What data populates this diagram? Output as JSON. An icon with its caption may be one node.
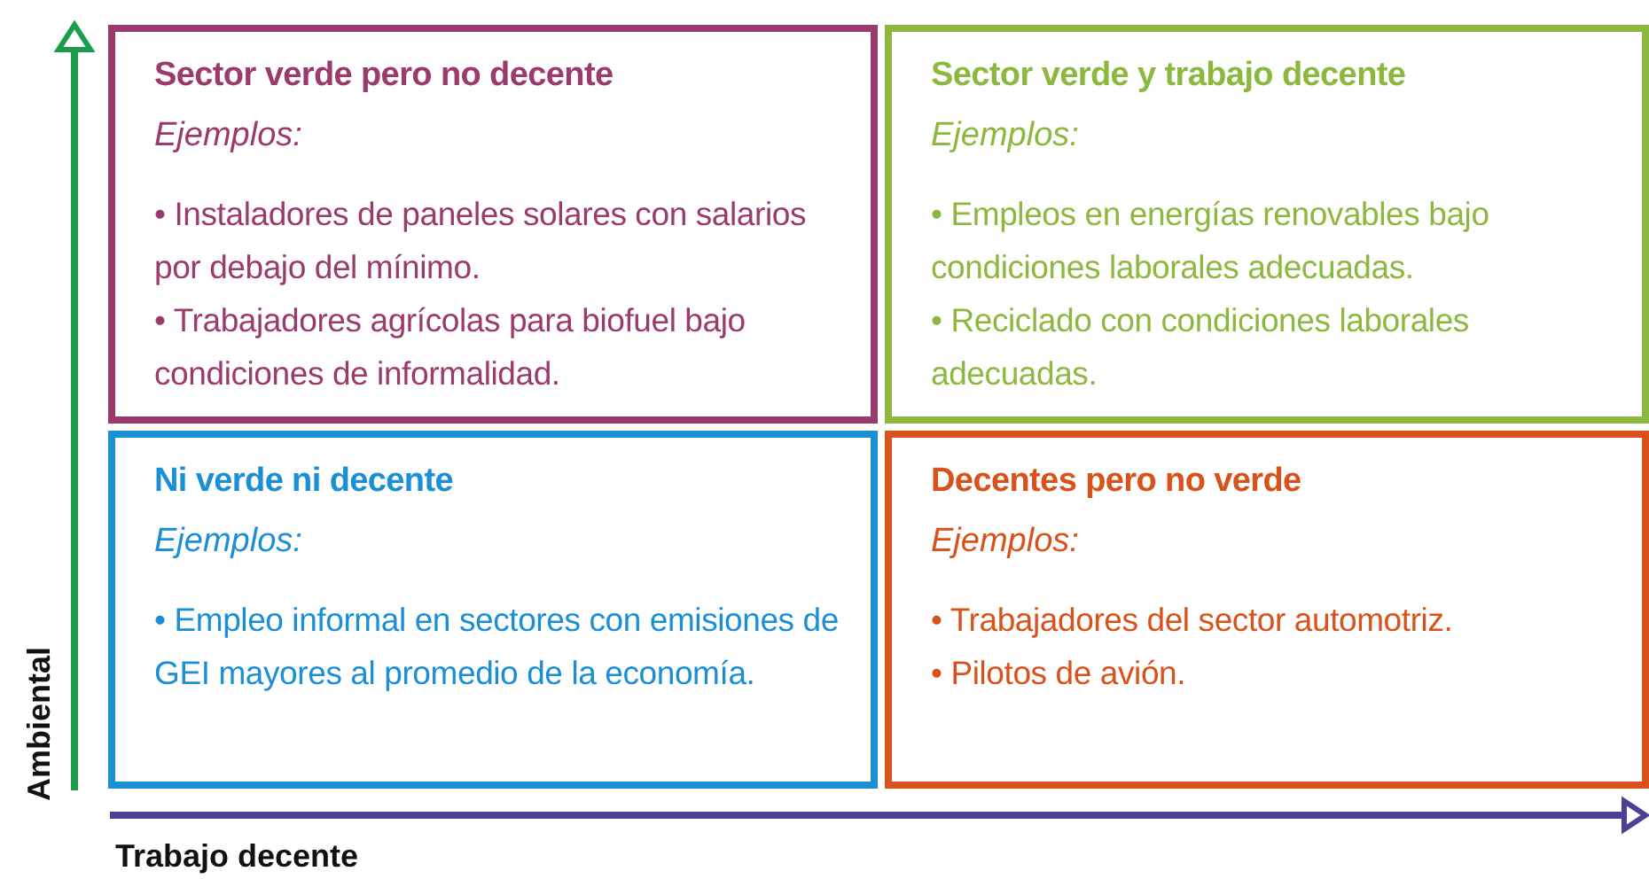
{
  "diagram": {
    "nodes": [
      {
        "text": [
          "Sector verde pero no decente",
          "Ejemplos:",
          "• Instaladores de paneles solares con salarios por debajo del mínimo.",
          "• Trabajadores agrícolas para biofuel bajo condiciones de informalidad."
        ]
      },
      {
        "text": [
          "Sector verde y trabajo decente",
          "Ejemplos:",
          "• Empleos en energías renovables bajo condiciones laborales adecuadas.",
          "• Reciclado con condiciones laborales adecuadas."
        ]
      },
      {
        "text": [
          "Ni verde ni decente",
          "Ejemplos:",
          "• Empleo informal en sectores con emisiones de GEI mayores al promedio de la economía."
        ]
      },
      {
        "text": [
          "Decentes pero no verde",
          "Ejemplos:",
          "• Trabajadores del sector automotriz.",
          "• Pilotos de avión."
        ]
      }
    ],
    "labels": [
      "Ambiental",
      "Trabajo decente"
    ]
  }
}
